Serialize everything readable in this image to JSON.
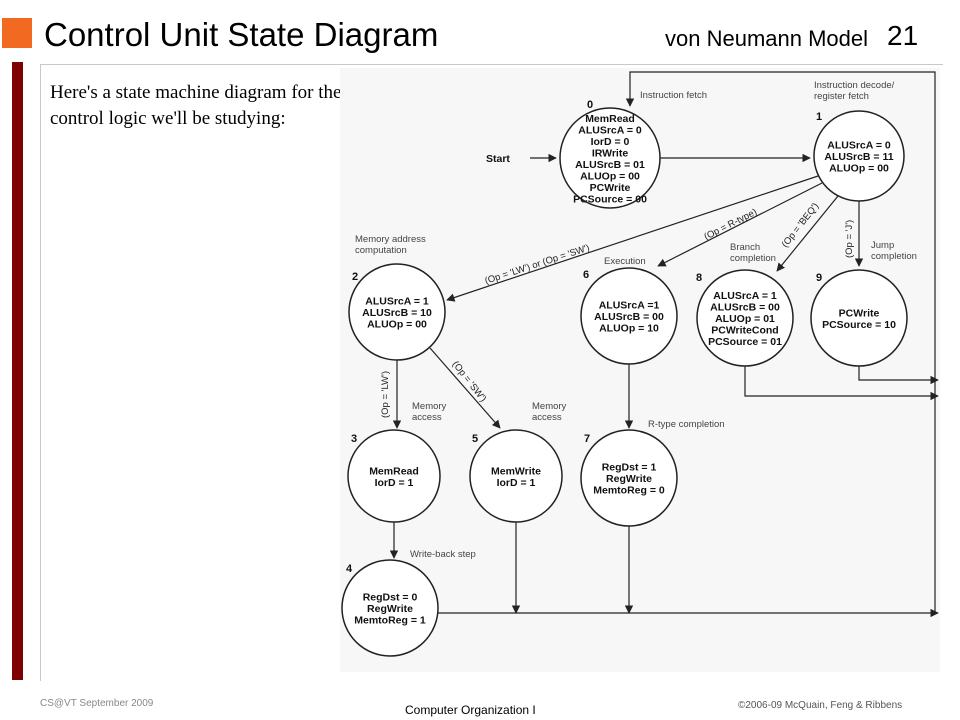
{
  "header": {
    "title": "Control Unit State Diagram",
    "topic": "von Neumann Model",
    "slide_number": "21"
  },
  "intro": "Here's a state machine diagram for the MIPS control logic we'll be studying:",
  "footer": {
    "left": "CS@VT September 2009",
    "center": "Computer Organization I",
    "right": "©2006-09  McQuain, Feng & Ribbens"
  },
  "colors": {
    "accent": "#f26a21",
    "side_bar": "#7f0000"
  },
  "diagram": {
    "start_label": "Start",
    "states": [
      {
        "id": "0",
        "caption": [
          "Instruction fetch"
        ],
        "lines": [
          "MemRead",
          "ALUSrcA = 0",
          "IorD = 0",
          "IRWrite",
          "ALUSrcB = 01",
          "ALUOp = 00",
          "PCWrite",
          "PCSource = 00"
        ]
      },
      {
        "id": "1",
        "caption": [
          "Instruction decode/",
          "register fetch"
        ],
        "lines": [
          "ALUSrcA = 0",
          "ALUSrcB = 11",
          "ALUOp = 00"
        ]
      },
      {
        "id": "2",
        "caption": [
          "Memory address",
          "computation"
        ],
        "lines": [
          "ALUSrcA = 1",
          "ALUSrcB = 10",
          "ALUOp = 00"
        ]
      },
      {
        "id": "6",
        "caption": [
          "Execution"
        ],
        "lines": [
          "ALUSrcA =1",
          "ALUSrcB = 00",
          "ALUOp = 10"
        ]
      },
      {
        "id": "8",
        "caption": [
          "Branch",
          "completion"
        ],
        "lines": [
          "ALUSrcA = 1",
          "ALUSrcB = 00",
          "ALUOp = 01",
          "PCWriteCond",
          "PCSource = 01"
        ]
      },
      {
        "id": "9",
        "caption": [
          "Jump",
          "completion"
        ],
        "lines": [
          "PCWrite",
          "PCSource = 10"
        ]
      },
      {
        "id": "3",
        "caption": [
          "Memory",
          "access"
        ],
        "lines": [
          "MemRead",
          "IorD = 1"
        ]
      },
      {
        "id": "5",
        "caption": [
          "Memory",
          "access"
        ],
        "lines": [
          "MemWrite",
          "IorD = 1"
        ]
      },
      {
        "id": "7",
        "caption": [
          "R-type completion"
        ],
        "lines": [
          "RegDst = 1",
          "RegWrite",
          "MemtoReg = 0"
        ]
      },
      {
        "id": "4",
        "caption": [
          "Write-back step"
        ],
        "lines": [
          "RegDst = 0",
          "RegWrite",
          "MemtoReg = 1"
        ]
      }
    ],
    "conditions": {
      "lw_sw": "(Op = 'LW') or (Op = 'SW')",
      "rtype": "(Op = R-type)",
      "beq": "(Op = 'BEQ')",
      "j": "(Op = 'J')",
      "lw": "(Op = 'LW')",
      "sw": "(Op = 'SW')"
    }
  }
}
